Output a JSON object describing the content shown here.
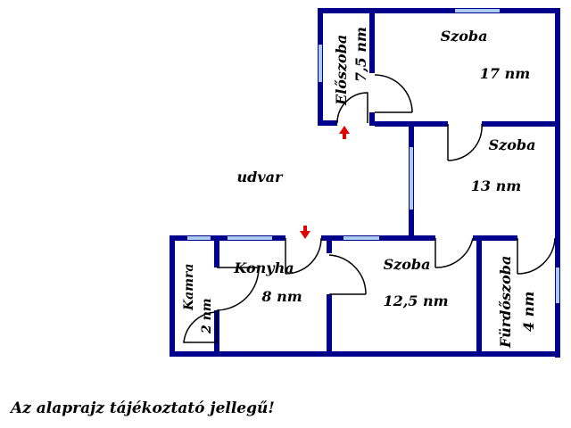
{
  "rooms": [
    {
      "name": "Előszoba",
      "area": "7,5 nm"
    },
    {
      "name": "Szoba",
      "area": "17 nm"
    },
    {
      "name": "Szoba",
      "area": "13 nm"
    },
    {
      "name": "Szoba",
      "area": "12,5 nm"
    },
    {
      "name": "Konyha",
      "area": "8 nm"
    },
    {
      "name": "Kamra",
      "area": "2 nm"
    },
    {
      "name": "Fürdőszoba",
      "area": "4 nm"
    }
  ],
  "yard_label": "udvar",
  "disclaimer": "Az alaprajz tájékoztató jellegű!",
  "colors": {
    "wall": "#00008b",
    "window": "#aaccee",
    "arrow": "#e00000"
  }
}
